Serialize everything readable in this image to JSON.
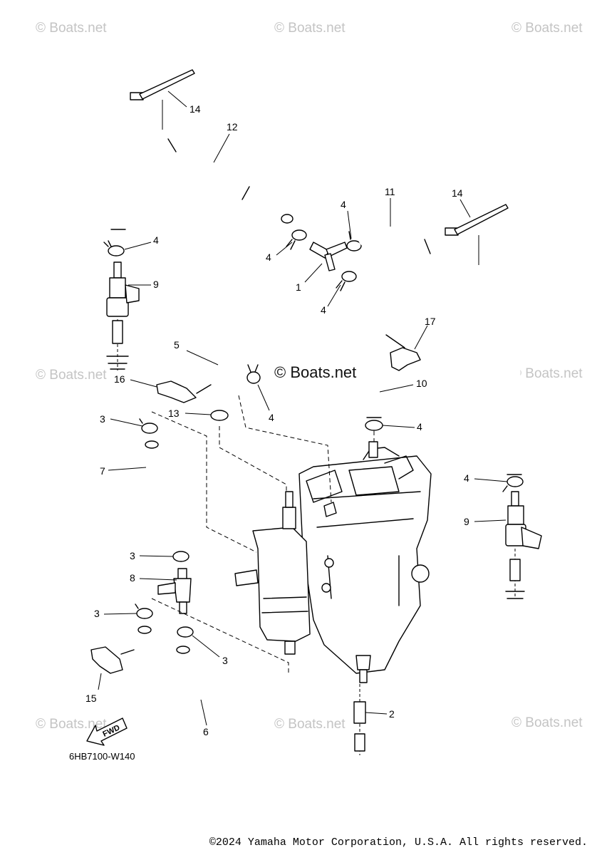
{
  "watermark": {
    "text": "© Boats.net",
    "center_text": "© Boats.net"
  },
  "diagram_code": "6HB7100-W140",
  "fwd_label": "FWD",
  "copyright": "©2024 Yamaha Motor Corporation, U.S.A. All rights reserved.",
  "callouts": [
    {
      "id": "c14a",
      "text": "14"
    },
    {
      "id": "c12",
      "text": "12"
    },
    {
      "id": "c4a",
      "text": "4"
    },
    {
      "id": "c11",
      "text": "11"
    },
    {
      "id": "c14b",
      "text": "14"
    },
    {
      "id": "c4b",
      "text": "4"
    },
    {
      "id": "c4c",
      "text": "4"
    },
    {
      "id": "c9a",
      "text": "9"
    },
    {
      "id": "c1",
      "text": "1"
    },
    {
      "id": "c4d",
      "text": "4"
    },
    {
      "id": "c17",
      "text": "17"
    },
    {
      "id": "c5",
      "text": "5"
    },
    {
      "id": "c10",
      "text": "10"
    },
    {
      "id": "c16",
      "text": "16"
    },
    {
      "id": "c13",
      "text": "13"
    },
    {
      "id": "c4e",
      "text": "4"
    },
    {
      "id": "c3a",
      "text": "3"
    },
    {
      "id": "c4f",
      "text": "4"
    },
    {
      "id": "c7",
      "text": "7"
    },
    {
      "id": "c4g",
      "text": "4"
    },
    {
      "id": "c9b",
      "text": "9"
    },
    {
      "id": "c3b",
      "text": "3"
    },
    {
      "id": "c8",
      "text": "8"
    },
    {
      "id": "c3c",
      "text": "3"
    },
    {
      "id": "c3d",
      "text": "3"
    },
    {
      "id": "c15",
      "text": "15"
    },
    {
      "id": "c2",
      "text": "2"
    },
    {
      "id": "c6",
      "text": "6"
    }
  ]
}
